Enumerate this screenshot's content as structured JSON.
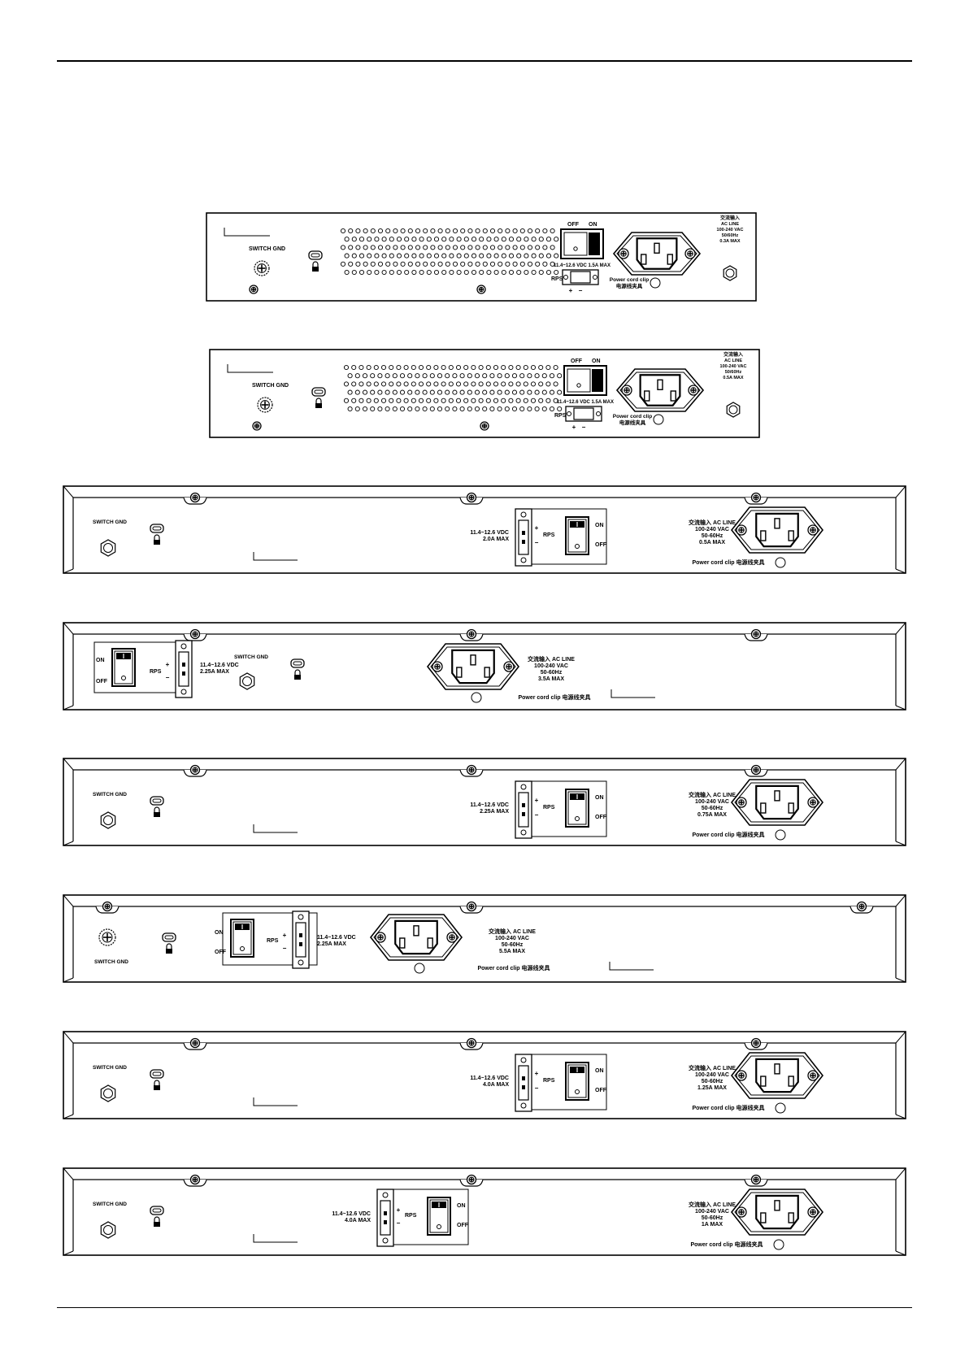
{
  "labels": {
    "switch_gnd": "SWITCH GND",
    "on": "ON",
    "off": "OFF",
    "rps": "RPS",
    "plus": "+",
    "minus": "−",
    "cn_ac_line": "交流输入",
    "ac_line": "AC LINE",
    "cn_ac_line_inline": "交流输入 AC LINE",
    "power_cord_clip": "Power cord clip",
    "cn_power_cord_clip": "电源线夹具",
    "power_cord_clip_inline": "Power cord clip 电源线夹具",
    "vac_range": "100-240 VAC",
    "hz_range": "50-60Hz",
    "hz_range_slash": "50/60Hz"
  },
  "panels": [
    {
      "layout": "small",
      "rps_rating": "11.4~12.6 VDC 1.5A MAX",
      "ac_rating": "0.3A MAX"
    },
    {
      "layout": "small",
      "rps_rating": "11.4~12.6 VDC 1.5A MAX",
      "ac_rating": "0.5A MAX"
    },
    {
      "layout": "wide-right",
      "rps_voltage": "11.4~12.6 VDC",
      "rps_current": "2.0A MAX",
      "ac_rating": "0.5A MAX"
    },
    {
      "layout": "wide-left",
      "rps_voltage": "11.4~12.6 VDC",
      "rps_current": "2.25A MAX",
      "ac_rating": "3.5A MAX"
    },
    {
      "layout": "wide-right",
      "rps_voltage": "11.4~12.6 VDC",
      "rps_current": "2.25A MAX",
      "ac_rating": "0.75A MAX"
    },
    {
      "layout": "wide-left-b",
      "rps_voltage": "11.4~12.6 VDC",
      "rps_current": "2.25A MAX",
      "ac_rating": "5.5A MAX"
    },
    {
      "layout": "wide-right",
      "rps_voltage": "11.4~12.6 VDC",
      "rps_current": "4.0A MAX",
      "ac_rating": "1.25A MAX"
    },
    {
      "layout": "wide-mid",
      "rps_voltage": "11.4~12.6 VDC",
      "rps_current": "4.0A MAX",
      "ac_rating": "1A MAX"
    }
  ]
}
